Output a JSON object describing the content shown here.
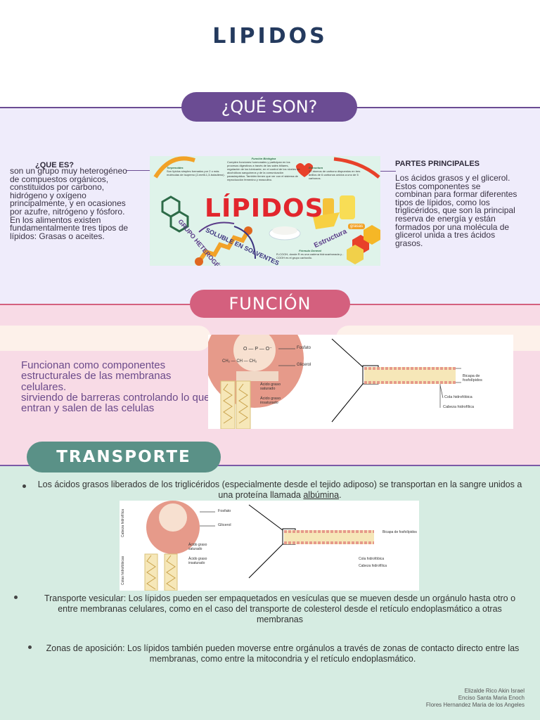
{
  "title": "LIPIDOS",
  "que_son": {
    "pill": "¿QUÉ SON?",
    "left_heading": "¿QUE ES?",
    "left_text": "son un grupo muy heterogéneo de compuestos orgánicos, constituidos por carbono, hidrógeno y oxígeno principalmente, y en ocasiones por azufre, nitrógeno y fósforo. En los alimentos existen fundamentalmente tres tipos de lípidos: Grasas o aceites.",
    "right_heading": "PARTES PRINCIPALES",
    "right_text": "Los ácidos grasos y el glicerol.\nEstos componentes se combinan para formar diferentes tipos de lípidos, como los triglicéridos, que son la principal reserva de energía y están formados por una molécula de glicerol unida a tres ácidos grasos.",
    "image": {
      "main_word": "LÍPIDOS",
      "curved_1": "GRUPO HETEROGÉNEO",
      "curved_2": "SOLUBLE EN SOLVENTES",
      "estructura": "Estructura",
      "col1_title": "Terpenoides",
      "col1_text": "Son lípidos simples formados por 2 o más moléculas de isopreno (2-metil-1,3-butadieno).",
      "col2_title": "Función Biológica",
      "col2_text": "Cumplen funciones hormonales y participan en los procesos digestivos a través de las sales biliares, regulación de los lubricante, en el control de los niveles de alcohólicos sanguíneos y de la comunicación parasimpática. También tienen que ver con el sistema de reproducción femenino y masculino.",
      "col3_title": "Estructura",
      "col3_text": "17 átomos de carbono dispuestos en tres anillos de 6 carbonos unidos a uno de 5 carbonos.",
      "formula_title": "Fórmula General",
      "formula_text": "R-COOH, donde R es una cadena hidrocarbonada y -COOH es el grupo carboxilo.",
      "badge": "grasas"
    }
  },
  "funcion": {
    "pill": "FUNCIÓN",
    "text": "Funcionan como componentes estructurales de las membranas celulares.\nsirviendo de barreras controlando lo que entran y salen de las celulas",
    "diagram": {
      "label_fosfato": "Fosfato",
      "label_glicerol": "Glicerol",
      "label_saturado": "Ácido graso saturado",
      "label_insaturado": "Ácido graso insaturado",
      "label_bicapa": "Bicapa de fosfolípidos",
      "label_cola": "Cola hidrofóbica",
      "label_cabeza": "Cabeza hidrofílica",
      "formula_p": "O — P — O⁻",
      "formula_glicerol": "CH₂ — CH — CH₂"
    }
  },
  "transporte": {
    "pill": "TRANSPORTE",
    "bullet1_before": "Los ácidos grasos liberados de los triglicéridos (especialmente desde el tejido adiposo) se transportan en la sangre unidos a una proteína llamada ",
    "bullet1_link": "albúmina",
    "bullet1_after": ".",
    "bullet2": "Transporte vesicular: Los lípidos pueden ser empaquetados en vesículas que se mueven desde un orgánulo hasta otro o entre membranas celulares, como en el caso del transporte de colesterol desde el retículo endoplasmático a otras membranas",
    "bullet3": "Zonas de aposición: Los lípidos también pueden moverse entre orgánulos a través de zonas de contacto directo entre las membranas, como entre la mitocondria y el retículo endoplasmático.",
    "diagram": {
      "side_top": "Cabeza hidrofílica",
      "side_bottom": "Colas hidrofóbicas"
    }
  },
  "credits": [
    "Elizalde Rico Akin Israel",
    "Enciso Santa Maria Enoch",
    "Flores Hernandez Maria de los Angeles"
  ],
  "colors": {
    "title": "#243a5e",
    "pill1": "#6b4c93",
    "pill2": "#d4607e",
    "pill3": "#5a9187",
    "sec1_bg": "#efecfb",
    "sec2_bg": "#f8dbe6",
    "sec3_bg": "#d6ece2"
  }
}
